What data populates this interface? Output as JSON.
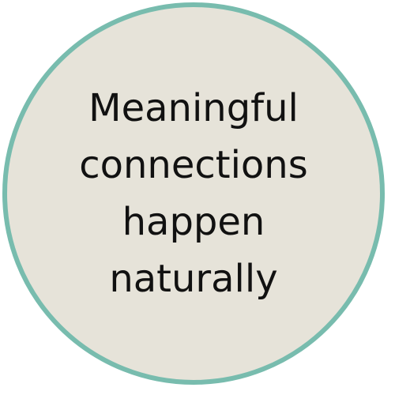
{
  "badge": {
    "lines": [
      "Meaningful",
      "connections",
      "happen",
      "naturally"
    ]
  },
  "colors": {
    "ring": "#78bcae",
    "fill": "#e6e3d9",
    "text": "#111111",
    "background": "#ffffff"
  }
}
